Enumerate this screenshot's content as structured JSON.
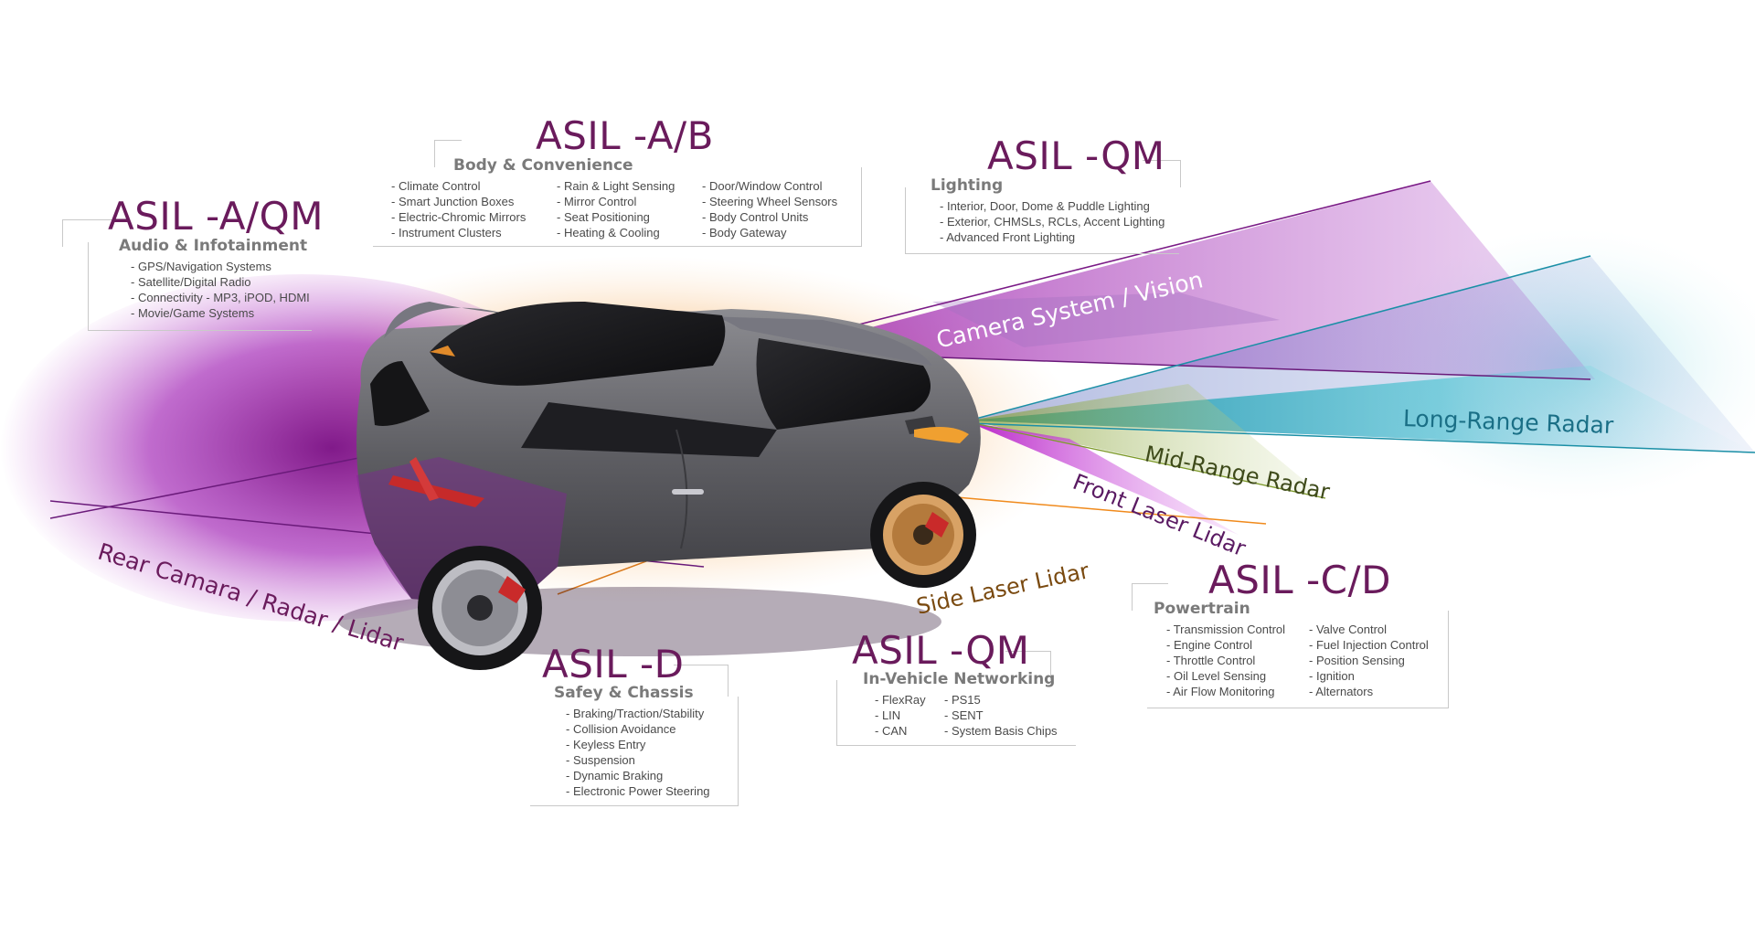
{
  "colors": {
    "asil_title": "#6a1b5c",
    "category": "#7a7a7a",
    "item_text": "#4a4a4a",
    "purple": "#8e1a9c",
    "teal": "#1aa3b2",
    "orange": "#f08a1c",
    "olive": "#8aa032",
    "car_body": "#6f6f73"
  },
  "groups": [
    {
      "id": "audio",
      "asil": "ASIL -A/QM",
      "category": "Audio & Infotainment",
      "columns": [
        [
          "GPS/Navigation Systems",
          "Satellite/Digital Radio",
          "Connectivity - MP3, iPOD, HDMI",
          "Movie/Game Systems"
        ]
      ]
    },
    {
      "id": "body",
      "asil": "ASIL -A/B",
      "category": "Body & Convenience",
      "columns": [
        [
          "Climate Control",
          "Smart Junction Boxes",
          "Electric-Chromic Mirrors",
          "Instrument Clusters"
        ],
        [
          "Rain & Light Sensing",
          "Mirror Control",
          "Seat Positioning",
          "Heating & Cooling"
        ],
        [
          "Door/Window Control",
          "Steering Wheel Sensors",
          "Body Control Units",
          "Body Gateway"
        ]
      ]
    },
    {
      "id": "lighting",
      "asil": "ASIL -QM",
      "category": "Lighting",
      "columns": [
        [
          "Interior, Door, Dome & Puddle Lighting",
          "Exterior, CHMSLs, RCLs, Accent Lighting",
          "Advanced Front Lighting"
        ]
      ]
    },
    {
      "id": "safety",
      "asil": "ASIL -D",
      "category": "Safey & Chassis",
      "columns": [
        [
          "Braking/Traction/Stability",
          "Collision Avoidance",
          "Keyless Entry",
          "Suspension",
          "Dynamic Braking",
          "Electronic Power Steering"
        ]
      ]
    },
    {
      "id": "network",
      "asil": "ASIL -QM",
      "category": "In-Vehicle Networking",
      "columns": [
        [
          "FlexRay",
          "LIN",
          "CAN"
        ],
        [
          "PS15",
          "SENT",
          "System Basis Chips"
        ]
      ]
    },
    {
      "id": "powertrain",
      "asil": "ASIL -C/D",
      "category": "Powertrain",
      "columns": [
        [
          "Transmission Control",
          "Engine Control",
          "Throttle Control",
          "Oil Level Sensing",
          "Air Flow Monitoring"
        ],
        [
          "Valve Control",
          "Fuel Injection Control",
          "Position Sensing",
          "Ignition",
          "Alternators"
        ]
      ]
    }
  ],
  "sensors": {
    "camera": "Camera System / Vision",
    "long_range": "Long-Range Radar",
    "mid_range": "Mid-Range Radar",
    "front_lidar": "Front Laser Lidar",
    "side_lidar": "Side Laser Lidar",
    "rear": "Rear Camara / Radar / Lidar"
  }
}
